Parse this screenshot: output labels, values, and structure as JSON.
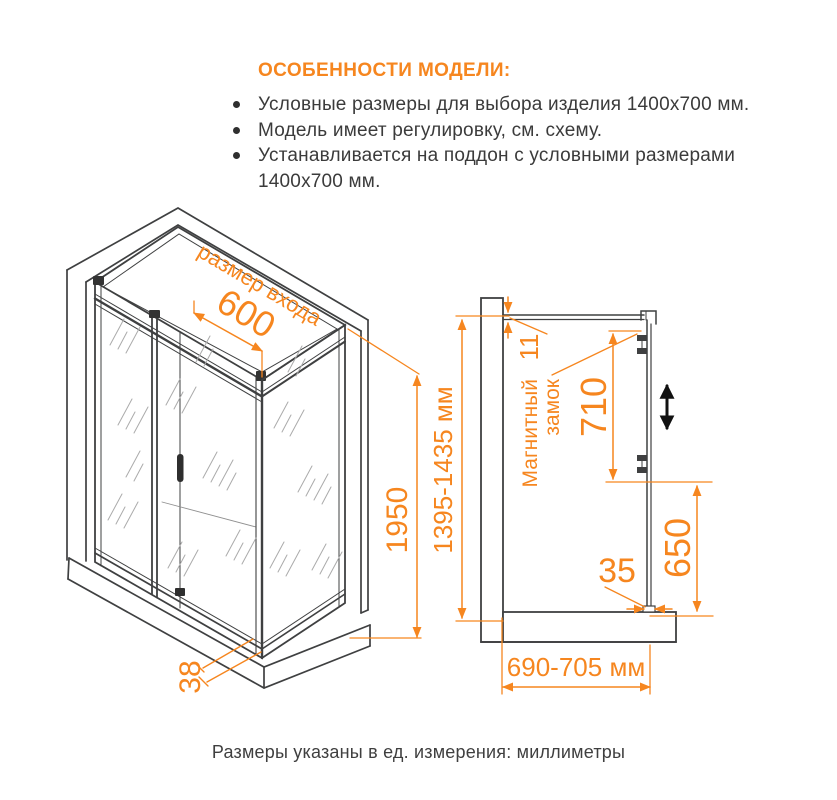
{
  "colors": {
    "accent": "#F6861F",
    "line": "#3F4041",
    "text": "#3B3B3B"
  },
  "features": {
    "title": "ОСОБЕННОСТИ МОДЕЛИ:",
    "bullets": [
      "Условные размеры для выбора изделия 1400х700 мм.",
      "Модель имеет регулировку, см. схему.",
      "Устанавливается на поддон с условными размерами 1400х700 мм."
    ]
  },
  "iso_view": {
    "entrance_label": "размер входа",
    "entrance_width": "600",
    "height": "1950",
    "base_profile_height": "38"
  },
  "side_view": {
    "wall_height_range": "1395-1435 мм",
    "top_rail_thickness": "11",
    "lock_label_line1": "Магнитный",
    "lock_label_line2": "замок",
    "door_height": "710",
    "glass_height": "650",
    "bottom_profile_width": "35",
    "depth_range": "690-705 мм"
  },
  "footer": {
    "note": "Размеры указаны в ед. измерения: миллиметры"
  }
}
